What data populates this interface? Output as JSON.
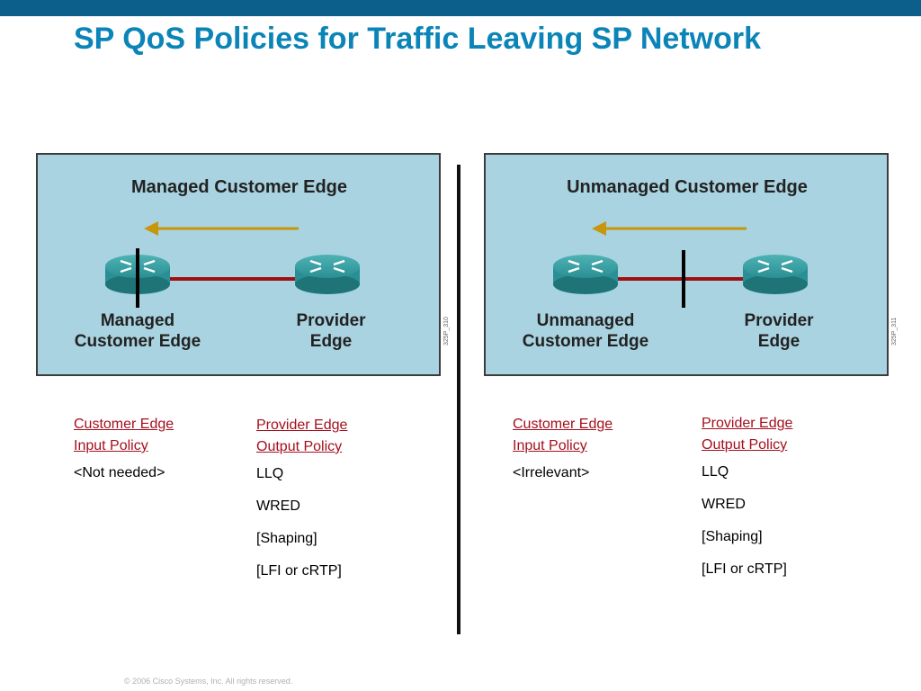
{
  "slide": {
    "title": "SP QoS Policies  for Traffic Leaving SP Network",
    "footer": "© 2006 Cisco Systems, Inc. All rights reserved.",
    "colors": {
      "topbar": "#0b5f8a",
      "title": "#0b84b8",
      "panel": "#a9d3e0",
      "link": "#a50f1d",
      "arrow": "#c8960a",
      "link_line": "#a01010"
    }
  },
  "diagrams": [
    {
      "heading": "Managed Customer Edge",
      "left_label": [
        "Managed",
        "Customer Edge"
      ],
      "right_label": [
        "Provider",
        "Edge"
      ],
      "boundary": "at customer router",
      "code": "325P_310"
    },
    {
      "heading": "Unmanaged Customer Edge",
      "left_label": [
        "Unmanaged",
        "Customer Edge"
      ],
      "right_label": [
        "Provider",
        "Edge"
      ],
      "boundary": "on link",
      "code": "325P_311"
    }
  ],
  "policies": {
    "left_ce": {
      "heading": [
        "Customer Edge",
        "Input Policy"
      ],
      "items": [
        "<Not needed>"
      ]
    },
    "left_pe": {
      "heading": [
        "Provider Edge",
        "Output Policy"
      ],
      "items": [
        "LLQ",
        "WRED",
        "[Shaping]",
        "[LFI or cRTP]"
      ]
    },
    "right_ce": {
      "heading": [
        "Customer Edge",
        "Input Policy"
      ],
      "items": [
        "<Irrelevant>"
      ]
    },
    "right_pe": {
      "heading": [
        "Provider Edge",
        "Output Policy"
      ],
      "items": [
        "LLQ",
        "WRED",
        "[Shaping]",
        "[LFI or cRTP]"
      ]
    }
  }
}
